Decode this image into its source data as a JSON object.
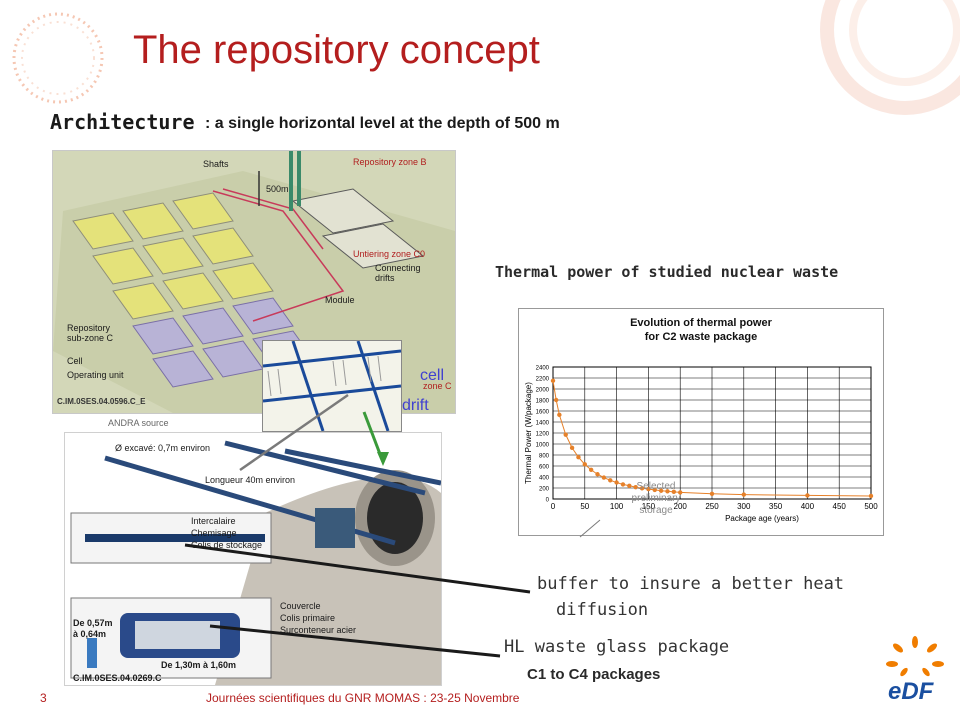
{
  "title": "The repository concept",
  "architecture": {
    "heading": "Architecture",
    "subtitle": ": a  single horizontal level at the depth of 500 m"
  },
  "plan": {
    "labels": {
      "shafts": "Shafts",
      "zone_b": "Repository zone B",
      "depth": "500m",
      "untiering": "Untiering zone C0",
      "connecting_1": "Connecting",
      "connecting_2": "drifts",
      "repository_1": "Repository",
      "repository_2": "sub-zone C",
      "module": "Module",
      "cell": "Cell",
      "operating_unit": "Operating unit",
      "zone_c": "zone C"
    },
    "code": "C.IM.0SES.04.0596.C_E",
    "source": "ANDRA source"
  },
  "callouts": {
    "cell": "cell",
    "drift": "drift"
  },
  "tunnel": {
    "labels": {
      "diameter": "Ø excavé: 0,7m environ",
      "length": "Longueur 40m environ",
      "intercalaire": "Intercalaire",
      "chemisage": "Chemisage",
      "colis_stockage": "Colis de stockage",
      "couvercle": "Couvercle",
      "colis_primaire": "Colis primaire",
      "conteneur": "Surconteneur acier",
      "height_1": "De 0,57m",
      "height_2": "à 0,64m",
      "length_pkg": "De 1,30m à 1,60m"
    },
    "code": "C.IM.0SES.04.0269.C"
  },
  "chart_caption": "Thermal power of studied nuclear waste",
  "chart_data": {
    "type": "line",
    "title": "Evolution of thermal power for C2 waste package",
    "title_line1": "Evolution of thermal power",
    "title_line2": "for C2 waste package",
    "xlabel": "Package age (years)",
    "ylabel": "Thermal Power (W/package)",
    "xlim": [
      0,
      500
    ],
    "ylim": [
      0,
      2400
    ],
    "xticks": [
      0,
      50,
      100,
      150,
      200,
      250,
      300,
      350,
      400,
      450,
      500
    ],
    "yticks": [
      0,
      200,
      400,
      600,
      800,
      1000,
      1200,
      1400,
      1600,
      1800,
      2000,
      2200,
      2400
    ],
    "grid": true,
    "series": [
      {
        "color": "#e6812a",
        "x": [
          0,
          5,
          10,
          20,
          30,
          40,
          50,
          60,
          70,
          80,
          90,
          100,
          110,
          120,
          130,
          140,
          150,
          160,
          170,
          180,
          190,
          200,
          250,
          300,
          400,
          500
        ],
        "y": [
          2150,
          1800,
          1530,
          1170,
          930,
          760,
          630,
          530,
          450,
          390,
          340,
          300,
          265,
          240,
          215,
          195,
          180,
          165,
          150,
          140,
          130,
          120,
          95,
          80,
          65,
          55
        ]
      }
    ],
    "annotation_1": "Selected",
    "annotation_2": "preliminary",
    "annotation_3": "storage"
  },
  "annotations": {
    "buffer_1": "buffer to insure a better heat",
    "buffer_2": "diffusion",
    "hl_package": "HL waste glass package",
    "packages": "C1 to C4 packages"
  },
  "footer": {
    "page": "3",
    "text": "Journées scientifiques du GNR MOMAS : 23-25 Novembre"
  },
  "logo": {
    "text": "eDF"
  },
  "colors": {
    "title": "#b41e1e",
    "callout": "#4040d0",
    "series": "#e6812a",
    "logo": "#1a4fa0",
    "logo_accent": "#f07d00"
  }
}
